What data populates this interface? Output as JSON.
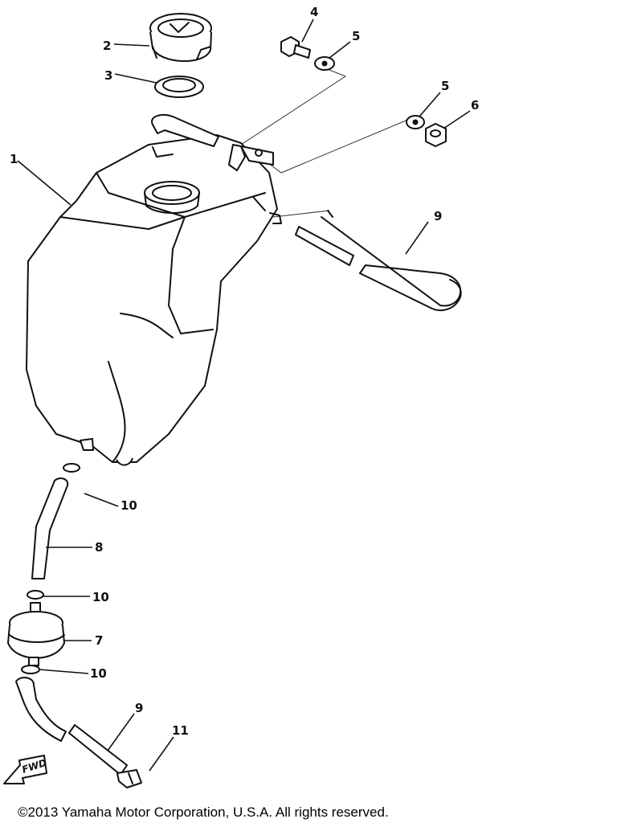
{
  "callouts": {
    "c1": "1",
    "c2": "2",
    "c3": "3",
    "c4": "4",
    "c5a": "5",
    "c5b": "5",
    "c6": "6",
    "c7": "7",
    "c8": "8",
    "c9a": "9",
    "c9b": "9",
    "c10a": "10",
    "c10b": "10",
    "c10c": "10",
    "c11": "11"
  },
  "fwd_label": "FWD",
  "copyright": "©2013 Yamaha Motor Corporation, U.S.A. All rights reserved."
}
